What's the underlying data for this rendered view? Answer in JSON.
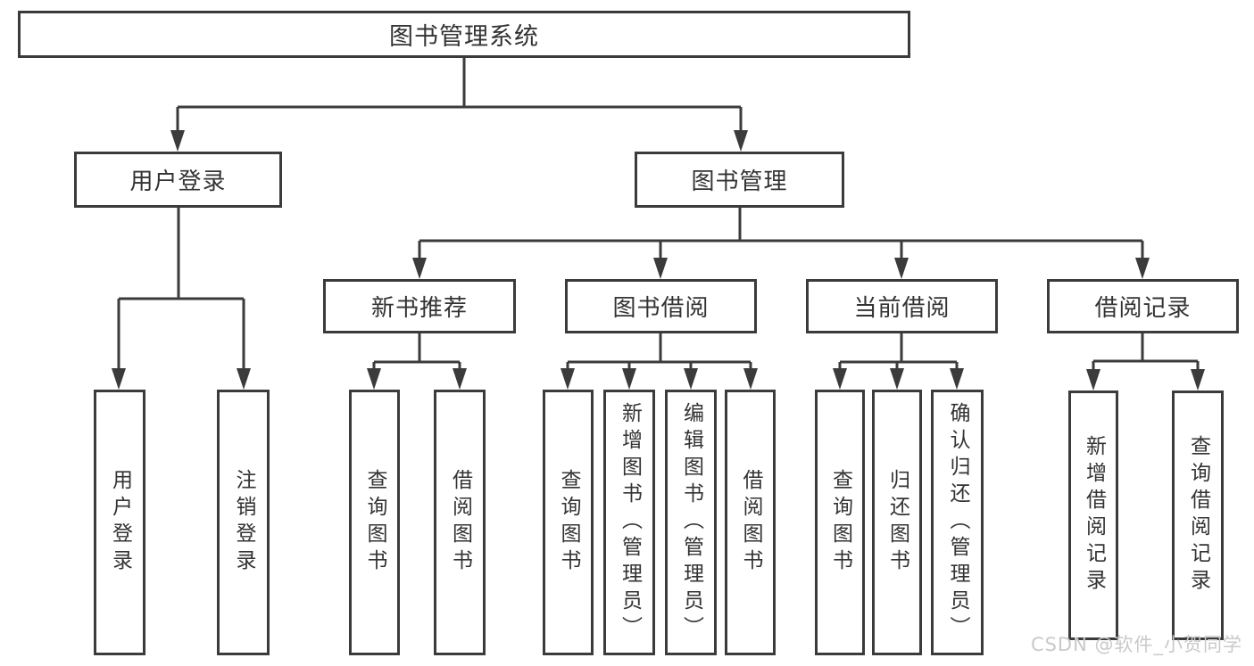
{
  "root": {
    "label": "图书管理系统"
  },
  "modules": {
    "user_login": {
      "label": "用户登录",
      "children": [
        {
          "label": "用户登录"
        },
        {
          "label": "注销登录"
        }
      ]
    },
    "book_management": {
      "label": "图书管理",
      "sections": [
        {
          "label": "新书推荐",
          "children": [
            {
              "label": "查询图书"
            },
            {
              "label": "借阅图书"
            }
          ]
        },
        {
          "label": "图书借阅",
          "children": [
            {
              "label": "查询图书"
            },
            {
              "label": "新增图书（管理员）"
            },
            {
              "label": "编辑图书（管理员）"
            },
            {
              "label": "借阅图书"
            }
          ]
        },
        {
          "label": "当前借阅",
          "children": [
            {
              "label": "查询图书"
            },
            {
              "label": "归还图书"
            },
            {
              "label": "确认归还（管理员）"
            }
          ]
        },
        {
          "label": "借阅记录",
          "children": [
            {
              "label": "新增借阅记录"
            },
            {
              "label": "查询借阅记录"
            }
          ]
        }
      ]
    }
  },
  "watermark": {
    "text": "CSDN @软件_小贺同学"
  },
  "colors": {
    "line": "#3b3b3b",
    "text": "#333333",
    "watermark": "#c9c9c9",
    "background": "#ffffff"
  }
}
